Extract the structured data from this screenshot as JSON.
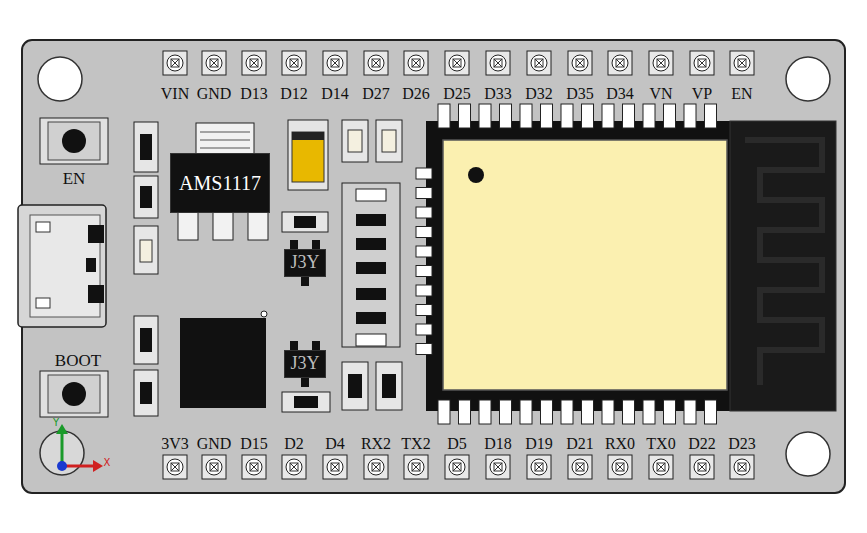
{
  "diagram": {
    "nodes": [
      {
        "text": [
          "AMS1117"
        ]
      },
      {
        "text": [
          "J3Y"
        ]
      },
      {
        "text": [
          "J3Y"
        ]
      }
    ],
    "labels": [
      "VIN",
      "GND",
      "D13",
      "D12",
      "D14",
      "D27",
      "D26",
      "D25",
      "D33",
      "D32",
      "D35",
      "D34",
      "VN",
      "VP",
      "EN",
      "3V3",
      "GND",
      "D15",
      "D2",
      "D4",
      "RX2",
      "TX2",
      "D5",
      "D18",
      "D19",
      "D21",
      "RX0",
      "TX0",
      "D22",
      "D23",
      "EN",
      "BOOT",
      "Y",
      "X"
    ]
  }
}
